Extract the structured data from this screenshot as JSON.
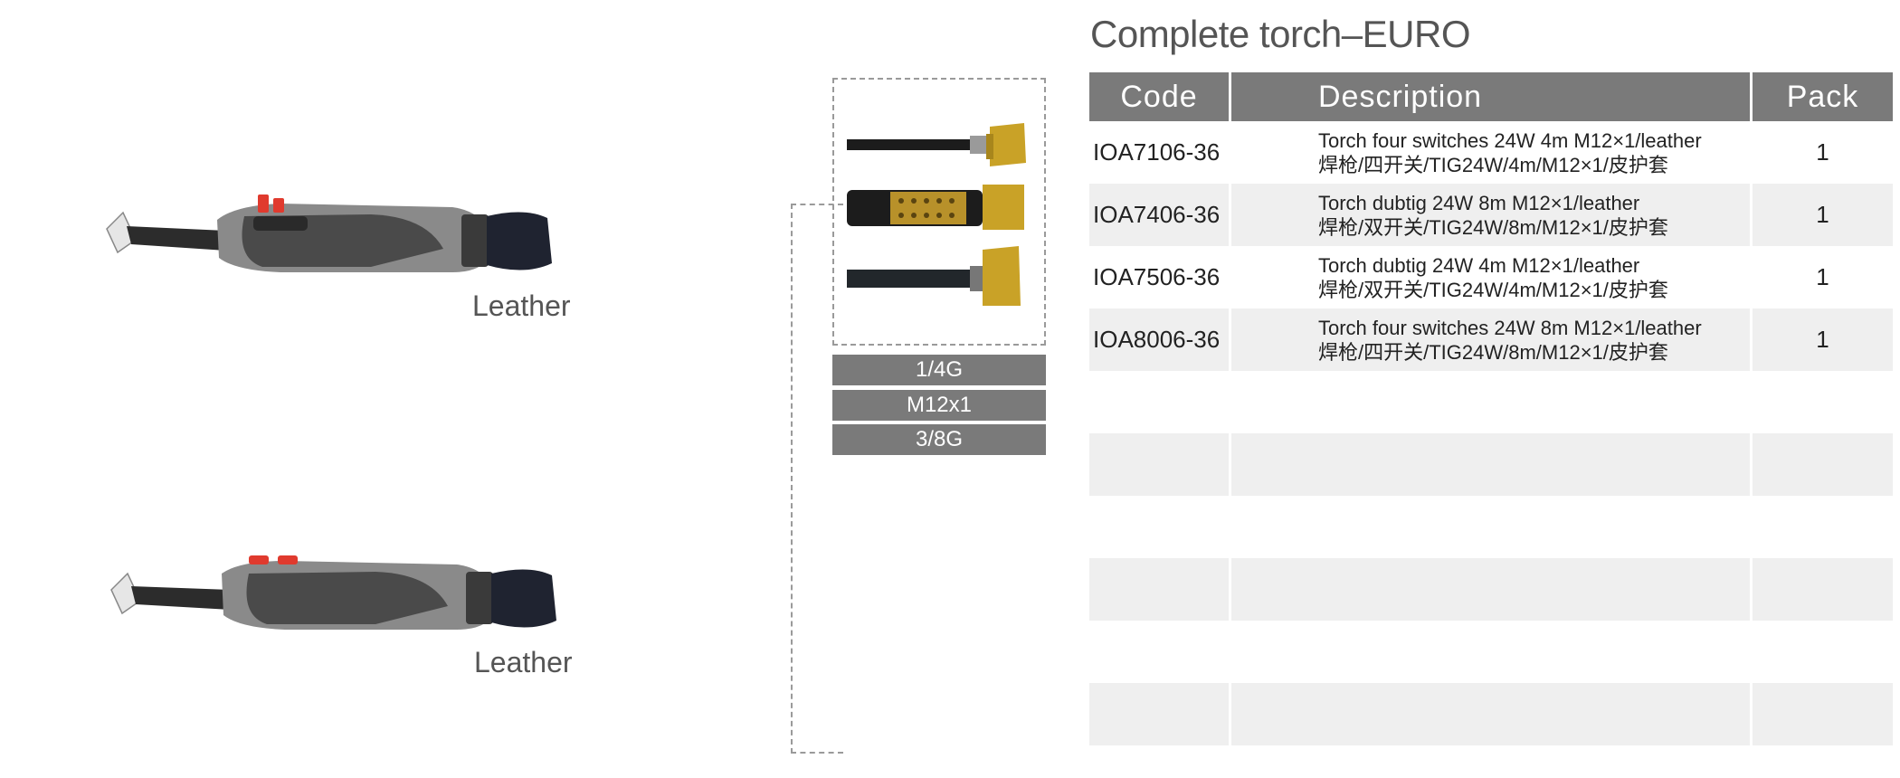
{
  "torches": [
    {
      "label": "Leather"
    },
    {
      "label": "Leather"
    }
  ],
  "threads": [
    "1/4G",
    "M12x1",
    "3/8G"
  ],
  "title": "Complete torch–EURO",
  "table": {
    "headers": {
      "code": "Code",
      "description": "Description",
      "pack": "Pack"
    },
    "rows": [
      {
        "code": "IOA7106-36",
        "desc_en": "Torch four switches 24W 4m M12×1/leather",
        "desc_cn": "焊枪/四开关/TIG24W/4m/M12×1/皮护套",
        "pack": "1"
      },
      {
        "code": "IOA7406-36",
        "desc_en": "Torch dubtig 24W 8m M12×1/leather",
        "desc_cn": "焊枪/双开关/TIG24W/8m/M12×1/皮护套",
        "pack": "1"
      },
      {
        "code": "IOA7506-36",
        "desc_en": "Torch dubtig 24W 4m M12×1/leather",
        "desc_cn": "焊枪/双开关/TIG24W/4m/M12×1/皮护套",
        "pack": "1"
      },
      {
        "code": "IOA8006-36",
        "desc_en": "Torch four switches 24W 8m M12×1/leather",
        "desc_cn": "焊枪/四开关/TIG24W/8m/M12×1/皮护套",
        "pack": "1"
      }
    ]
  }
}
